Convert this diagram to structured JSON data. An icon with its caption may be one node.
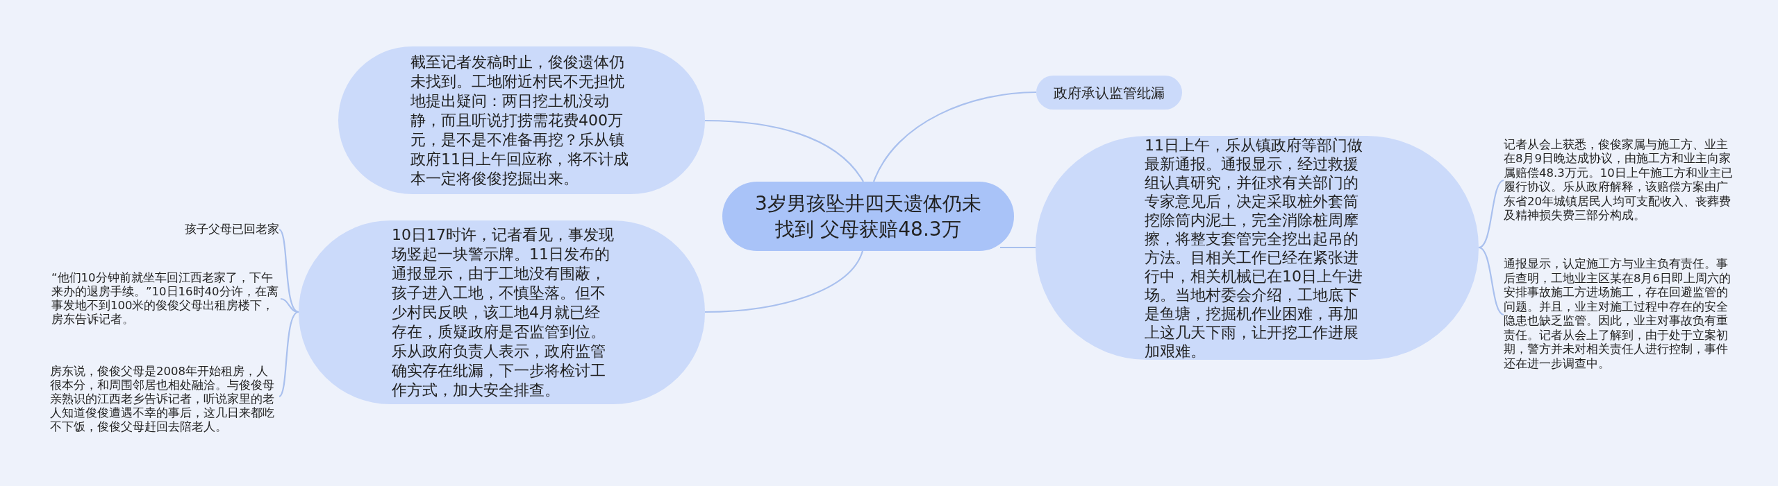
{
  "diagram": {
    "nodes": [
      {
        "text": [
          "3岁男孩坠井四天遗体仍未找到 父母获赔48.3万"
        ]
      },
      {
        "text": [
          "截至记者发稿时止，俊俊遗体仍未找到。工地附近村民不无担忧地提出疑问：两日挖土机没动静，而且听说打捞需花费400万元，是不是不准备再挖？乐从镇政府11日上午回应称，将不计成本一定将俊俊挖掘出来。"
        ]
      },
      {
        "text": [
          "政府承认监管纰漏"
        ]
      },
      {
        "text": [
          "10日17时许，记者看见，事发现场竖起一块警示牌。11日发布的通报显示，由于工地没有围蔽，孩子进入工地，不慎坠落。但不少村民反映，该工地4月就已经存在，质疑政府是否监管到位。乐从政府负责人表示，政府监管确实存在纰漏，下一步将检讨工作方式，加大安全排查。"
        ]
      },
      {
        "text": [
          "孩子父母已回老家"
        ]
      },
      {
        "text": [
          "“他们10分钟前就坐车回江西老家了，下午来办的退房手续。”10日16时40分许，在离事发地不到100米的俊俊父母出租房楼下，房东告诉记者。"
        ]
      },
      {
        "text": [
          "房东说，俊俊父母是2008年开始租房，人很本分，和周围邻居也相处融洽。与俊俊母亲熟识的江西老乡告诉记者，听说家里的老人知道俊俊遭遇不幸的事后，这几日来都吃不下饭，俊俊父母赶回去陪老人。"
        ]
      },
      {
        "text": [
          "11日上午，乐从镇政府等部门做最新通报。通报显示，经过救援组认真研究，并征求有关部门的专家意见后，决定采取桩外套筒挖除筒内泥土，完全消除桩周摩擦，将整支套管完全挖出起吊的方法。目相关工作已经在紧张进行中，相关机械已在10日上午进场。当地村委会介绍，工地底下是鱼塘，挖掘机作业困难，再加上这几天下雨，让开挖工作进展加艰难。"
        ]
      },
      {
        "text": [
          "记者从会上获悉，俊俊家属与施工方、业主在8月9日晚达成协议，由施工方和业主向家属赔偿48.3万元。10日上午施工方和业主已履行协议。乐从政府解释，该赔偿方案由广东省20年城镇居民人均可支配收入、丧葬费及精神损失费三部分构成。"
        ]
      },
      {
        "text": [
          "通报显示，认定施工方与业主负有责任。事后查明，工地业主区某在8月6日即上周六的安排事故施工方进场施工，存在回避监管的问题。并且，业主对施工过程中存在的安全隐患也缺乏监管。因此，业主对事故负有重责任。记者从会上了解到，由于处于立案初期，警方并未对相关责任人进行控制，事件还在进一步调查中。"
        ]
      }
    ],
    "edges": [
      {
        "from": 0,
        "to": 1,
        "arrow": "none"
      },
      {
        "from": 0,
        "to": 2,
        "arrow": "none"
      },
      {
        "from": 0,
        "to": 3,
        "arrow": "none"
      },
      {
        "from": 0,
        "to": 7,
        "arrow": "none"
      },
      {
        "from": 3,
        "to": 4,
        "arrow": "none"
      },
      {
        "from": 3,
        "to": 5,
        "arrow": "none"
      },
      {
        "from": 3,
        "to": 6,
        "arrow": "none"
      },
      {
        "from": 7,
        "to": 8,
        "arrow": "none"
      },
      {
        "from": 7,
        "to": 9,
        "arrow": "none"
      }
    ]
  }
}
